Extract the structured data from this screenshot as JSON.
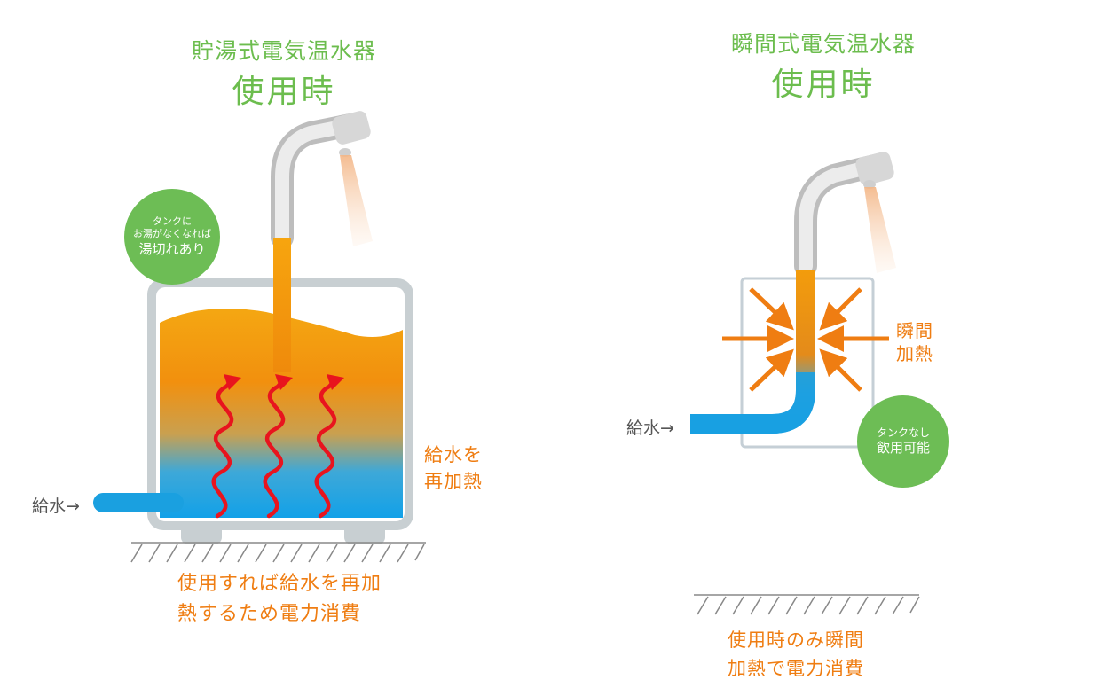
{
  "left": {
    "title_line1": "貯湯式電気温水器",
    "title_line2": "使用時",
    "bubble_line1": "タンクに",
    "bubble_line2": "お湯がなくなれば",
    "bubble_line3": "湯切れあり",
    "reheat_line1": "給水を",
    "reheat_line2": "再加熱",
    "inlet_label": "給水→",
    "caption_line1": "使用すれば給水を再加",
    "caption_line2": "熱するため電力消費"
  },
  "right": {
    "title_line1": "瞬間式電気温水器",
    "title_line2": "使用時",
    "heat_line1": "瞬間",
    "heat_line2": "加熱",
    "inlet_label": "給水→",
    "bubble_line1": "タンクなし",
    "bubble_line2": "飲用可能",
    "caption_line1": "使用時のみ瞬間",
    "caption_line2": "加熱で電力消費"
  },
  "colors": {
    "title_green": "#6cbd4e",
    "accent_orange": "#ef7d12",
    "water_blue": "#1aa0e0",
    "heat_red": "#e8141e"
  }
}
